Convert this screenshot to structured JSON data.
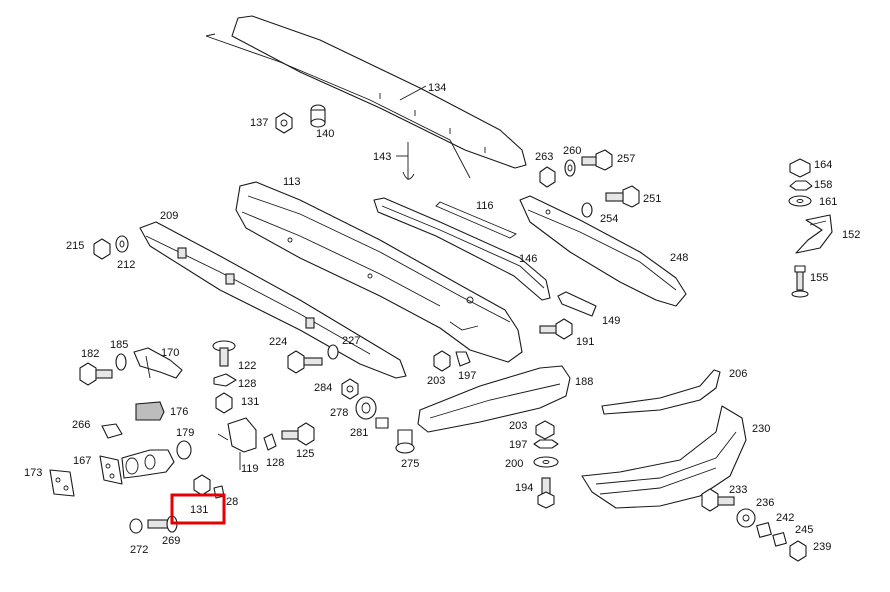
{
  "diagram": {
    "labels": {
      "l134": "134",
      "l137": "137",
      "l140": "140",
      "l143": "143",
      "l263": "263",
      "l260": "260",
      "l257": "257",
      "l251": "251",
      "l254": "254",
      "l164": "164",
      "l158": "158",
      "l161": "161",
      "l152": "152",
      "l155": "155",
      "l113": "113",
      "l116": "116",
      "l209": "209",
      "l215": "215",
      "l212": "212",
      "l146": "146",
      "l248": "248",
      "l149": "149",
      "l191": "191",
      "l224": "224",
      "l122": "122",
      "l182": "182",
      "l185": "185",
      "l170": "170",
      "l227": "227",
      "l284": "284",
      "l203a": "203",
      "l197a": "197",
      "l188": "188",
      "l206": "206",
      "l128a": "128",
      "l131a": "131",
      "l176": "176",
      "l278": "278",
      "l266": "266",
      "l179": "179",
      "l281": "281",
      "l230": "230",
      "l203b": "203",
      "l197b": "197",
      "l200": "200",
      "l275": "275",
      "l167": "167",
      "l173": "173",
      "l119": "119",
      "l128b": "128",
      "l125": "125",
      "l194": "194",
      "l233": "233",
      "l236": "236",
      "l242": "242",
      "l245": "245",
      "l239": "239",
      "l28": "28",
      "l131b": "131",
      "l272": "272",
      "l269": "269"
    },
    "highlight_color": "#e60000"
  }
}
